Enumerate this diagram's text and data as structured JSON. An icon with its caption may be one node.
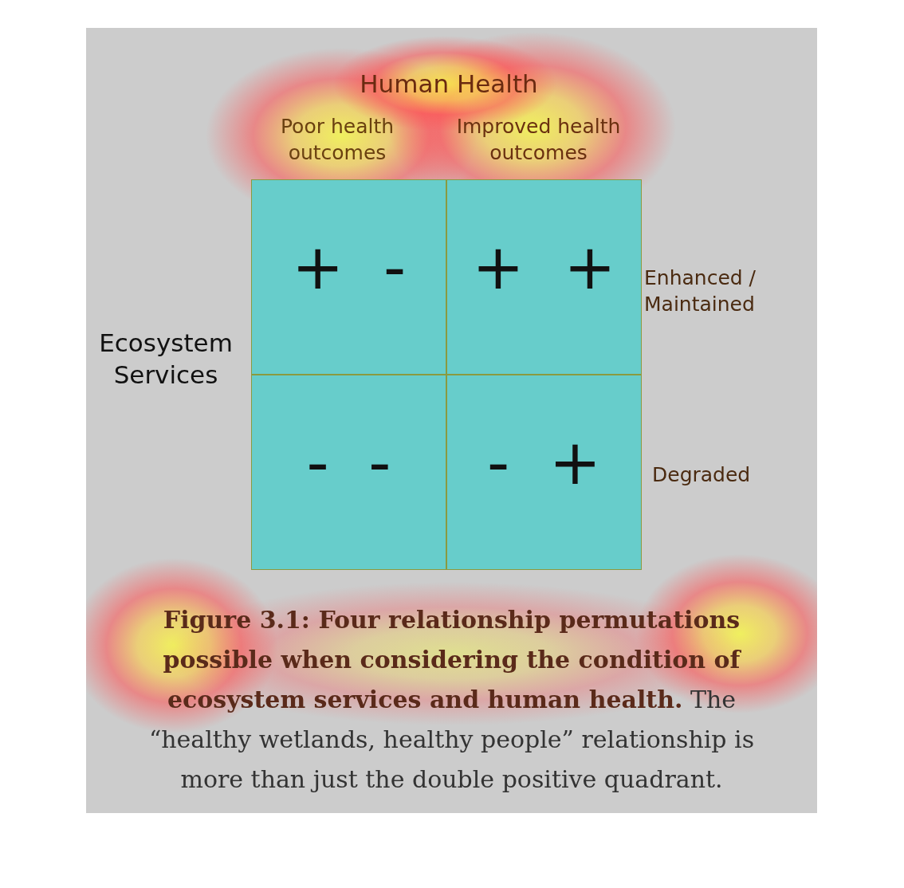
{
  "diagram": {
    "caption": "**Figure 3.1: Four relationship permutations possible when considering the condition of ecosystem services and human health.** The “healthy wetlands, healthy people” relationship is more than just the double positive quadrant.",
    "nodes": [
      {
        "text": [
          "+ -"
        ]
      },
      {
        "text": [
          "+ +"
        ]
      },
      {
        "text": [
          "- -"
        ]
      },
      {
        "text": [
          "- +"
        ]
      }
    ],
    "labels": [
      "Human Health",
      "Poor health outcomes",
      "Improved health outcomes",
      "Ecosystem Services",
      "Enhanced / Maintained",
      "Degraded"
    ]
  }
}
